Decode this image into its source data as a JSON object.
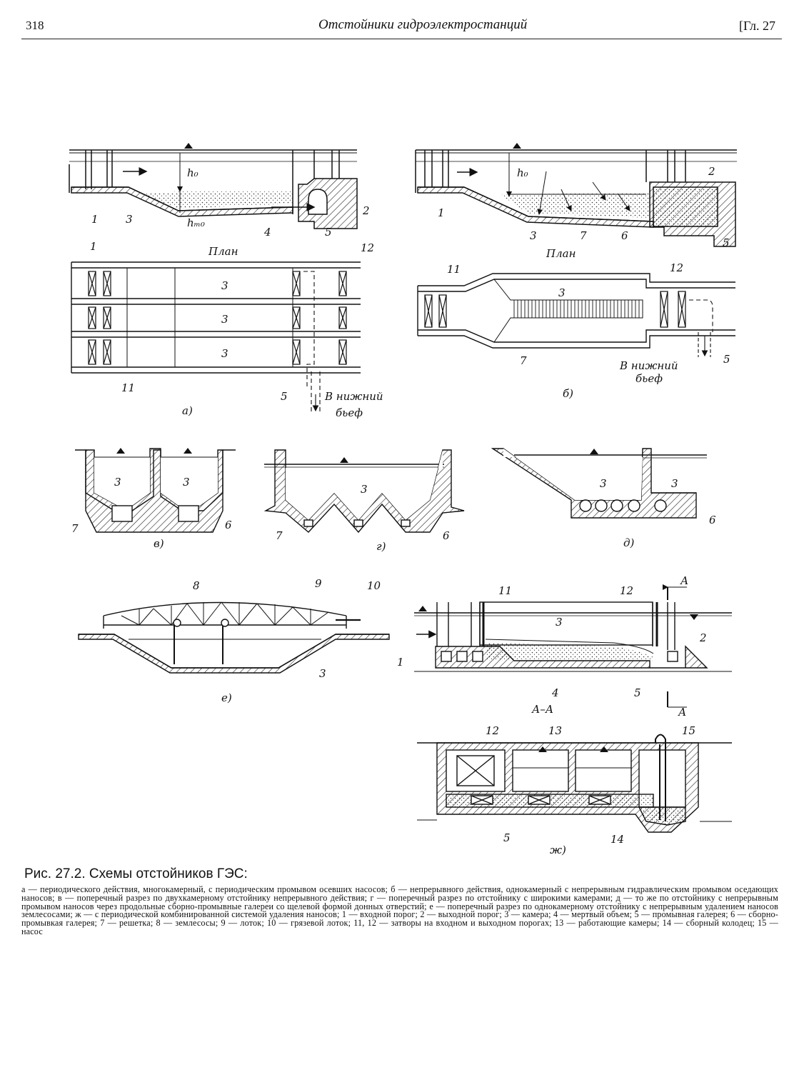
{
  "header": {
    "page_number": "318",
    "running_title": "Отстойники гидроэлектростанций",
    "chapter": "[Гл. 27"
  },
  "figure": {
    "a": {
      "label": "а)",
      "plan_title": "План",
      "h0": "h₀",
      "hm0": "hₘ₀",
      "n1": "1",
      "n2": "2",
      "n3": "3",
      "n4": "4",
      "n5": "5",
      "n11": "11",
      "n12": "12",
      "outlet_line1": "В нижний",
      "outlet_line2": "бьеф"
    },
    "b": {
      "label": "б)",
      "plan_title": "План",
      "h0": "h₀",
      "n1": "1",
      "n2": "2",
      "n3": "3",
      "n5": "5",
      "n6": "6",
      "n7": "7",
      "n11": "11",
      "n12": "12",
      "outlet_line1": "В нижний",
      "outlet_line2": "бьеф"
    },
    "v": {
      "label": "в)",
      "n3": "3",
      "n6": "6",
      "n7": "7"
    },
    "g": {
      "label": "г)",
      "n3": "3",
      "n6": "6",
      "n7": "7"
    },
    "d": {
      "label": "д)",
      "n3": "3",
      "n6": "6"
    },
    "e": {
      "label": "е)",
      "n3": "3",
      "n8": "8",
      "n9": "9",
      "n10": "10"
    },
    "zh": {
      "label": "ж)",
      "section": "А–А",
      "cut": "А",
      "n1": "1",
      "n2": "2",
      "n3": "3",
      "n4": "4",
      "n5": "5",
      "n11": "11",
      "n12": "12",
      "n13": "13",
      "n14": "14",
      "n15": "15"
    }
  },
  "caption": {
    "title": "Рис. 27.2. Схемы отстойников ГЭС:",
    "body": "а — периодического действия, многокамерный, с периодическим промывом осевших насосов; б — непрерывного действия, однокамерный с непрерывным гидравлическим промывом оседающих наносов; в — поперечный разрез по двухкамерному отстойнику непрерывного действия; г — поперечный разрез по отстойнику с широкими камерами; д — то же по отстойнику с непрерывным промывом наносов через продольные сборно-промывные галереи со щелевой формой донных отверстий; е — поперечный разрез по однокамерному отстойнику с непрерывным удалением наносов землесосами; ж — с периодической комбинированной системой удаления наносов; 1 — входной порог; 2 — выходной порог; 3 — камера; 4 — мертвый объем; 5 — промывная галерея; 6 — сборно-промывкая галерея; 7 — решетка; 8 — землесосы; 9 — лоток; 10 — грязевой лоток; 11, 12 — затворы на входном и выходном порогах; 13 — работающие камеры; 14 — сборный колодец; 15 — насос"
  }
}
